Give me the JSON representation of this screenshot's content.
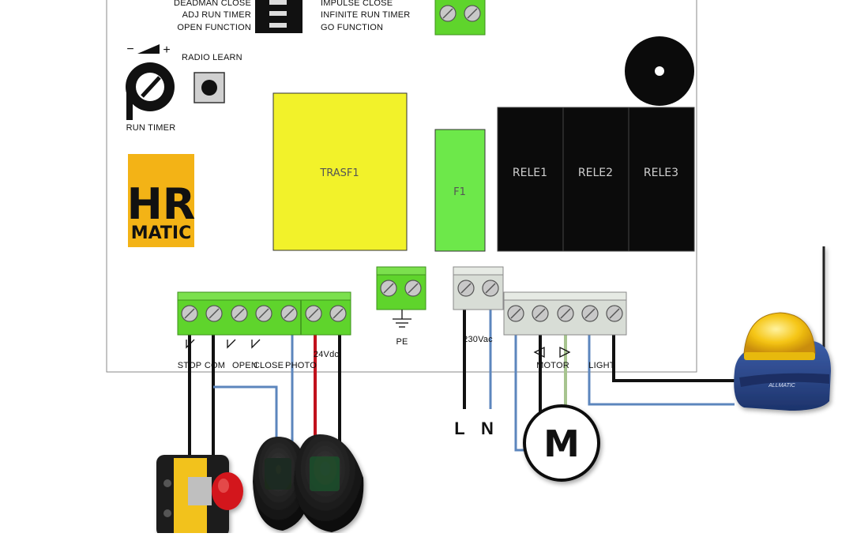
{
  "dip_switch": {
    "left_labels": [
      "DEADMAN CLOSE",
      "ADJ RUN TIMER",
      "OPEN FUNCTION"
    ],
    "right_labels": [
      "IMPULSE CLOSE",
      "INFINITE RUN TIMER",
      "GO FUNCTION"
    ]
  },
  "controls": {
    "trimmer_minus": "−",
    "trimmer_plus": "+",
    "run_timer": "RUN TIMER",
    "radio_learn": "RADIO LEARN"
  },
  "logo": {
    "line1": "HR",
    "line2": "MATIC"
  },
  "components": {
    "transformer": "TRASF1",
    "fuse": "F1",
    "relays": [
      "RELE1",
      "RELE2",
      "RELE3"
    ]
  },
  "terminals": {
    "inputs": [
      "STOP",
      "COM",
      "OPEN",
      "CLOSE",
      "PHOTO"
    ],
    "photo_supply": "24Vdc",
    "earth": "PE",
    "mains": "230Vac",
    "motor": "MOTOR",
    "light": "LIGHT"
  },
  "wires": {
    "line": "L",
    "neutral": "N"
  },
  "motor_symbol": "M",
  "lamp_brand": "ALLMATIC",
  "colors": {
    "terminal_green": "#5fd42c",
    "terminal_gray": "#d8ddd6",
    "transformer_yellow": "#f2f22a",
    "fuse_green": "#6de84a",
    "relay_black": "#0b0b0b",
    "logo_yellow": "#f3b316",
    "wire_blue": "#5c86bd",
    "wire_red": "#c1121c",
    "wire_green": "#a7c48f",
    "wire_black": "#111111"
  }
}
